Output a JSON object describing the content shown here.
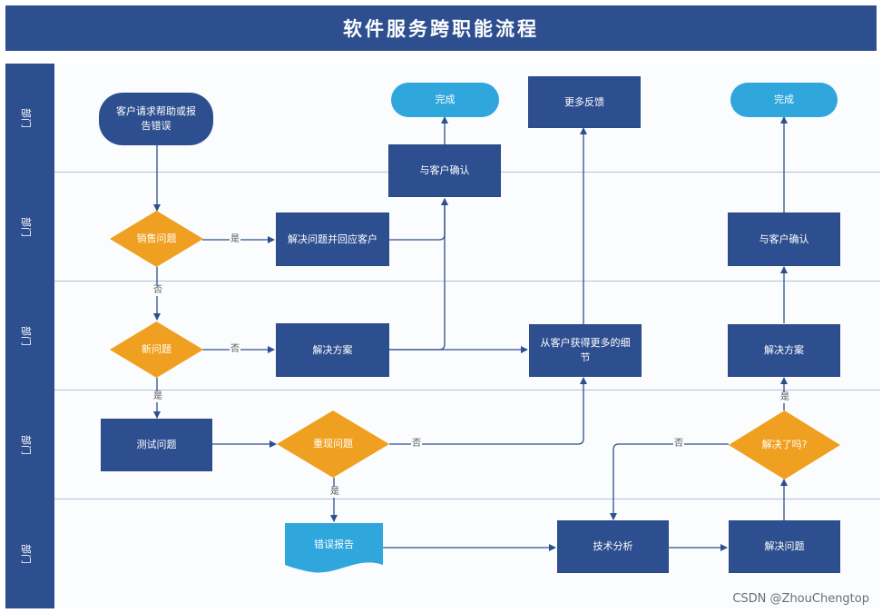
{
  "title": "软件服务跨职能流程",
  "lanes": [
    {
      "label": "部门"
    },
    {
      "label": "部门"
    },
    {
      "label": "部门"
    },
    {
      "label": "部门"
    },
    {
      "label": "部门"
    }
  ],
  "nodes": {
    "customer_request": "客户请求帮助或报告错误",
    "done_1": "完成",
    "more_feedback": "更多反馈",
    "done_2": "完成",
    "confirm_1": "与客户确认",
    "sales_issue": "销售问题",
    "resolve_respond": "解决问题并回应客户",
    "confirm_2": "与客户确认",
    "new_issue": "新问题",
    "solution_1": "解决方案",
    "get_details": "从客户获得更多的细节",
    "solution_2": "解决方案",
    "test_issue": "测试问题",
    "reproduce_issue": "重现问题",
    "resolved_q": "解决了吗?",
    "error_report": "错误报告",
    "tech_analysis": "技术分析",
    "fix_issue": "解决问题"
  },
  "edge_labels": {
    "sales_yes": "是",
    "sales_no": "否",
    "new_no": "否",
    "new_yes": "是",
    "reproduce_no": "否",
    "reproduce_yes": "是",
    "resolved_no": "否",
    "resolved_yes": "是"
  },
  "watermark": "CSDN @ZhouChengtop",
  "colors": {
    "header": "#2e4f8f",
    "process": "#2e4f8f",
    "decision": "#f0a020",
    "terminal_light": "#2fa6dc",
    "document": "#2fa6dc"
  }
}
